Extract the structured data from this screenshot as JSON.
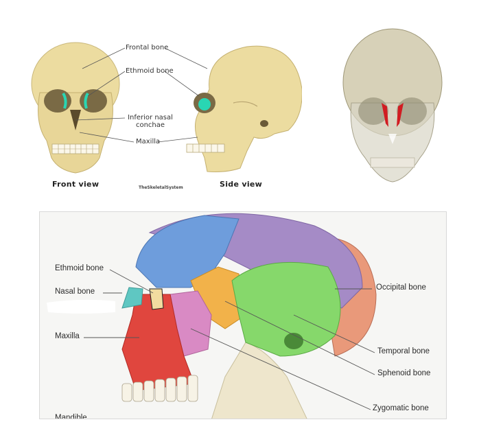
{
  "front_side_panel": {
    "labels": {
      "frontal": "Frontal bone",
      "ethmoid": "Ethmoid bone",
      "conchae": "Inferior nasal conchae",
      "maxilla": "Maxilla"
    },
    "views": {
      "front": "Front view",
      "side": "Side view"
    },
    "watermark": "TheSkeletalSystem",
    "colors": {
      "bone": "#ecdca0",
      "ethmoid_highlight": "#29d6b3"
    }
  },
  "xray_panel": {
    "colors": {
      "skull": "#c9c2a0",
      "ethmoid_highlight": "#d11c22"
    }
  },
  "lateral_panel": {
    "labels": {
      "ethmoid": "Ethmoid bone",
      "nasal": "Nasal bone",
      "maxilla": "Maxilla",
      "occipital": "Occipital bone",
      "temporal": "Temporal bone",
      "sphenoid": "Sphenoid bone",
      "zygomatic": "Zygomatic bone",
      "mandible_partial": "Mandible"
    },
    "colors": {
      "frontal": "#6e9ddc",
      "parietal": "#a58bc6",
      "occipital": "#e9997a",
      "temporal": "#86d86b",
      "sphenoid": "#f2b24a",
      "zygomatic": "#d98ac4",
      "maxilla": "#e0463e",
      "nasal": "#5fc7c2",
      "ethmoid": "#f2dca0",
      "mandible": "#eee6cc"
    }
  }
}
